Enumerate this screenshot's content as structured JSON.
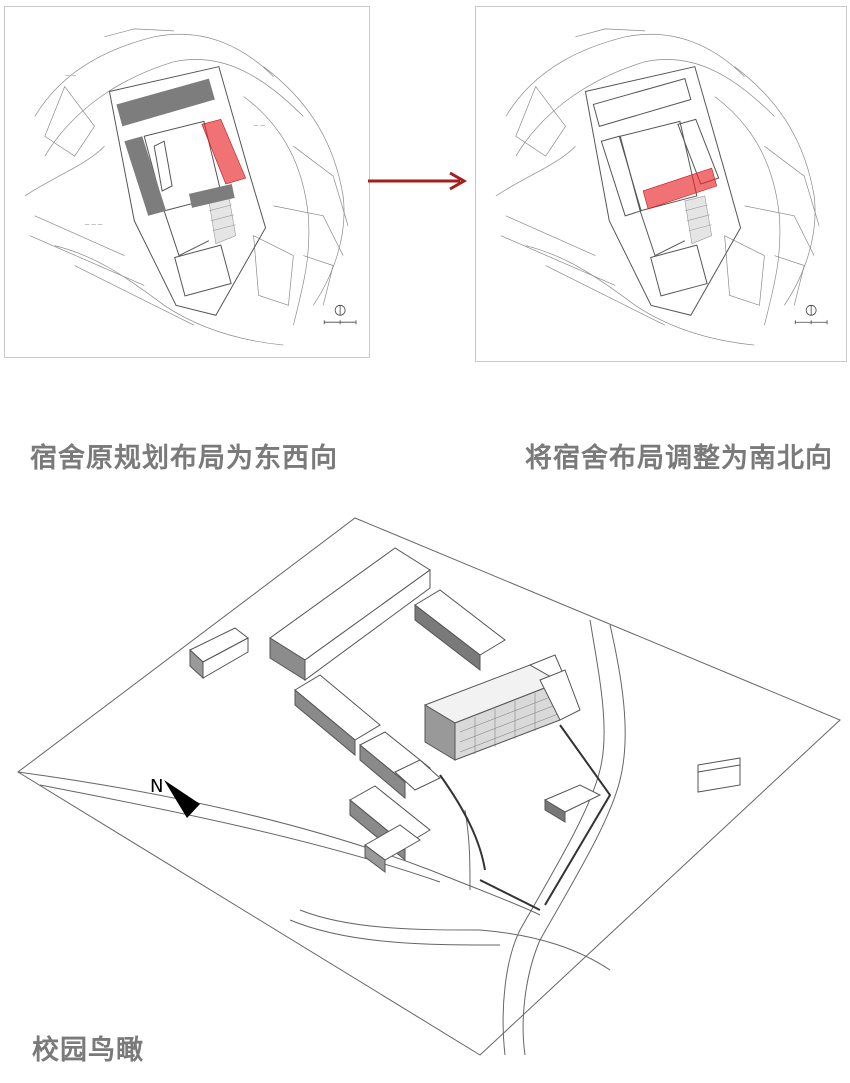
{
  "captions": {
    "left": "宿舍原规划布局为东西向",
    "right": "将宿舍布局调整为南北向",
    "bottom": "校园鸟瞰"
  },
  "north_label": "N",
  "colors": {
    "highlight_red": "#e8262a",
    "arrow_red": "#a51d1d",
    "gray_block": "#7d7d7d",
    "caption_gray": "#7a7a7a",
    "line": "#555555"
  },
  "icons": {
    "arrow": "right-arrow-icon",
    "north": "north-arrow-icon",
    "compass": "compass-icon"
  }
}
